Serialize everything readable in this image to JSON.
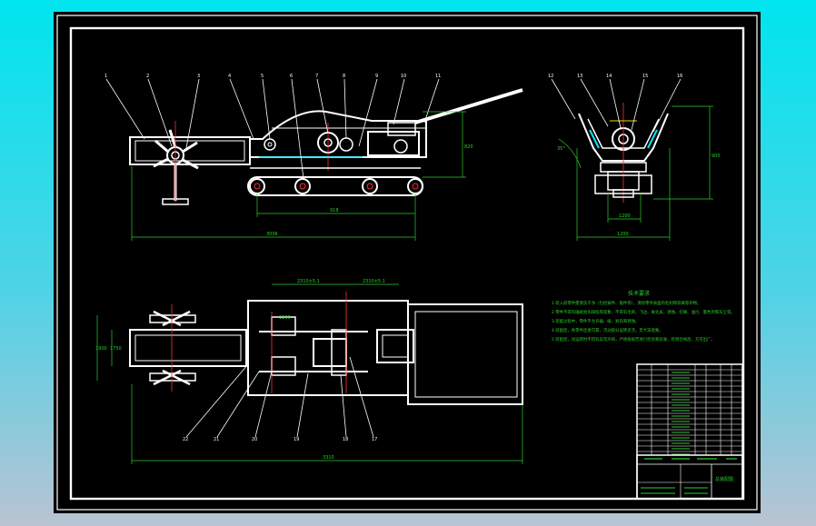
{
  "colors": {
    "frame": "#ffffff",
    "dimension": "#2ecc2e",
    "centerline": "#ff3030",
    "background": "#000000",
    "screen": "#00e5ee"
  },
  "side_view": {
    "balloons": [
      "1",
      "2",
      "3",
      "4",
      "5",
      "6",
      "7",
      "8",
      "9",
      "10",
      "11"
    ],
    "dims": {
      "track_length": "918",
      "overall_length": "3006",
      "height": "820"
    }
  },
  "end_view": {
    "balloons": [
      "12",
      "13",
      "14",
      "15",
      "16"
    ],
    "dims": {
      "angle": "35°",
      "base_width": "1200",
      "overall_width": "1200",
      "height": "900"
    }
  },
  "plan_view": {
    "balloons": [
      "22",
      "21",
      "20",
      "19",
      "18",
      "17"
    ],
    "dims": {
      "top_left": "2310±5.1",
      "top_right": "2310±5.1",
      "left_inner": "1750",
      "left_outer": "1900",
      "overall_length": "3310",
      "ref": "1100"
    }
  },
  "tech_requirements": {
    "title": "技术要求",
    "lines": [
      "1.装入前零件需清洗干净（包括铸件、锻件等），清除零件表面的毛刺和铁屑等杂物。",
      "2.零件不得有磕碰划伤缺陷等现象，不得有毛刺、飞边、氧化皮、锈蚀、切屑、油污、着色剂和灰尘等。",
      "3.装配过程中，零件不允许磕、碰、划伤和锈蚀。",
      "4.装配后，各零件连接可靠，活动部分运转灵活，无卡滞现象。",
      "5.装配后，试运转时不得有异常声响，严格按规范进行检验和验收，检测合格后，方可出厂。"
    ]
  },
  "title_block": {
    "drawing_name": "总装配图"
  }
}
